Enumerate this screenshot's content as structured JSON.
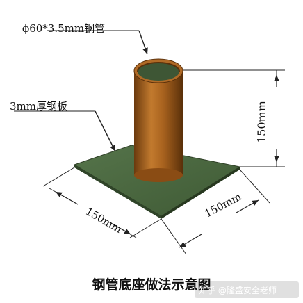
{
  "diagram": {
    "labels": {
      "pipe_spec": "ϕ60*3.5mm钢管",
      "plate_spec": "3mm厚钢板",
      "height_dim": "150mm",
      "width_dim_left": "150mm",
      "width_dim_right": "150mm"
    },
    "title": "钢管底座做法示意图",
    "watermark": "知乎 @隆盛安全老师",
    "colors": {
      "plate": "#4d6a40",
      "plate_edge": "#2f3f27",
      "pipe": "#a8621e",
      "pipe_inner": "#3e5635",
      "line": "#222222"
    }
  }
}
